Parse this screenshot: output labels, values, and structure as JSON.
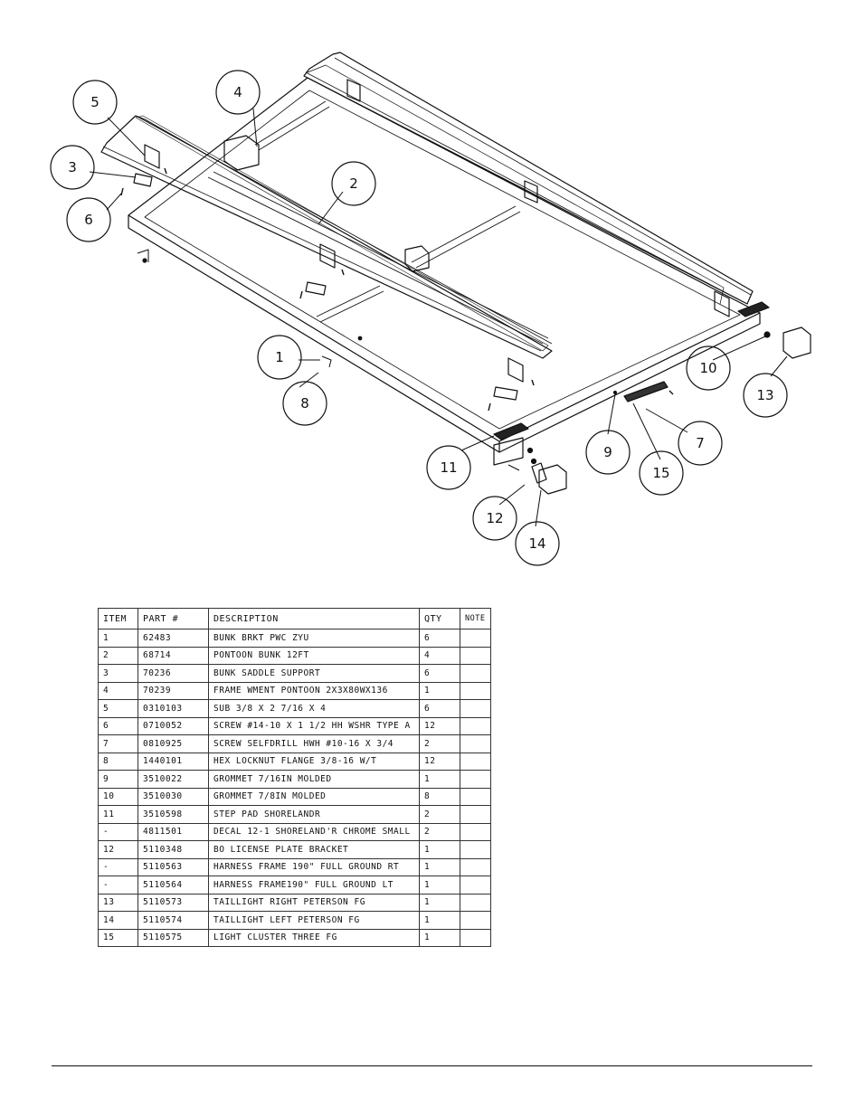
{
  "callouts": [
    {
      "number": "1"
    },
    {
      "number": "2"
    },
    {
      "number": "3"
    },
    {
      "number": "4"
    },
    {
      "number": "5"
    },
    {
      "number": "6"
    },
    {
      "number": "7"
    },
    {
      "number": "8"
    },
    {
      "number": "9"
    },
    {
      "number": "10"
    },
    {
      "number": "11"
    },
    {
      "number": "12"
    },
    {
      "number": "13"
    },
    {
      "number": "14"
    },
    {
      "number": "15"
    }
  ],
  "table": {
    "headers": {
      "item": "ITEM",
      "part": "PART #",
      "description": "DESCRIPTION",
      "qty": "QTY",
      "note": "NOTE"
    },
    "rows": [
      {
        "item": "1",
        "part": "62483",
        "description": "BUNK BRKT PWC ZYU",
        "qty": "6",
        "note": ""
      },
      {
        "item": "2",
        "part": "68714",
        "description": "PONTOON BUNK  12FT",
        "qty": "4",
        "note": ""
      },
      {
        "item": "3",
        "part": "70236",
        "description": "BUNK SADDLE SUPPORT",
        "qty": "6",
        "note": ""
      },
      {
        "item": "4",
        "part": "70239",
        "description": "FRAME WMENT PONTOON 2X3X80WX136",
        "qty": "1",
        "note": ""
      },
      {
        "item": "5",
        "part": "0310103",
        "description": "SUB 3/8 X 2 7/16 X 4",
        "qty": "6",
        "note": ""
      },
      {
        "item": "6",
        "part": "0710052",
        "description": "SCREW #14-10 X 1 1/2 HH WSHR TYPE A",
        "qty": "12",
        "note": ""
      },
      {
        "item": "7",
        "part": "0810925",
        "description": "SCREW SELFDRILL HWH #10-16 X 3/4",
        "qty": "2",
        "note": ""
      },
      {
        "item": "8",
        "part": "1440101",
        "description": "HEX LOCKNUT FLANGE 3/8-16 W/T",
        "qty": "12",
        "note": ""
      },
      {
        "item": "9",
        "part": "3510022",
        "description": "GROMMET  7/16IN MOLDED",
        "qty": "1",
        "note": ""
      },
      {
        "item": "10",
        "part": "3510030",
        "description": "GROMMET  7/8IN MOLDED",
        "qty": "8",
        "note": ""
      },
      {
        "item": "11",
        "part": "3510598",
        "description": "STEP PAD SHORELANDR",
        "qty": "2",
        "note": ""
      },
      {
        "item": "-",
        "part": "4811501",
        "description": "DECAL 12-1 SHORELAND'R CHROME SMALL",
        "qty": "2",
        "note": ""
      },
      {
        "item": "12",
        "part": "5110348",
        "description": "BO LICENSE PLATE BRACKET",
        "qty": "1",
        "note": ""
      },
      {
        "item": "-",
        "part": "5110563",
        "description": "HARNESS FRAME 190\" FULL GROUND RT",
        "qty": "1",
        "note": ""
      },
      {
        "item": "-",
        "part": "5110564",
        "description": "HARNESS FRAME190\" FULL GROUND LT",
        "qty": "1",
        "note": ""
      },
      {
        "item": "13",
        "part": "5110573",
        "description": "TAILLIGHT RIGHT PETERSON FG",
        "qty": "1",
        "note": ""
      },
      {
        "item": "14",
        "part": "5110574",
        "description": "TAILLIGHT LEFT PETERSON FG",
        "qty": "1",
        "note": ""
      },
      {
        "item": "15",
        "part": "5110575",
        "description": "LIGHT CLUSTER THREE FG",
        "qty": "1",
        "note": ""
      }
    ]
  }
}
